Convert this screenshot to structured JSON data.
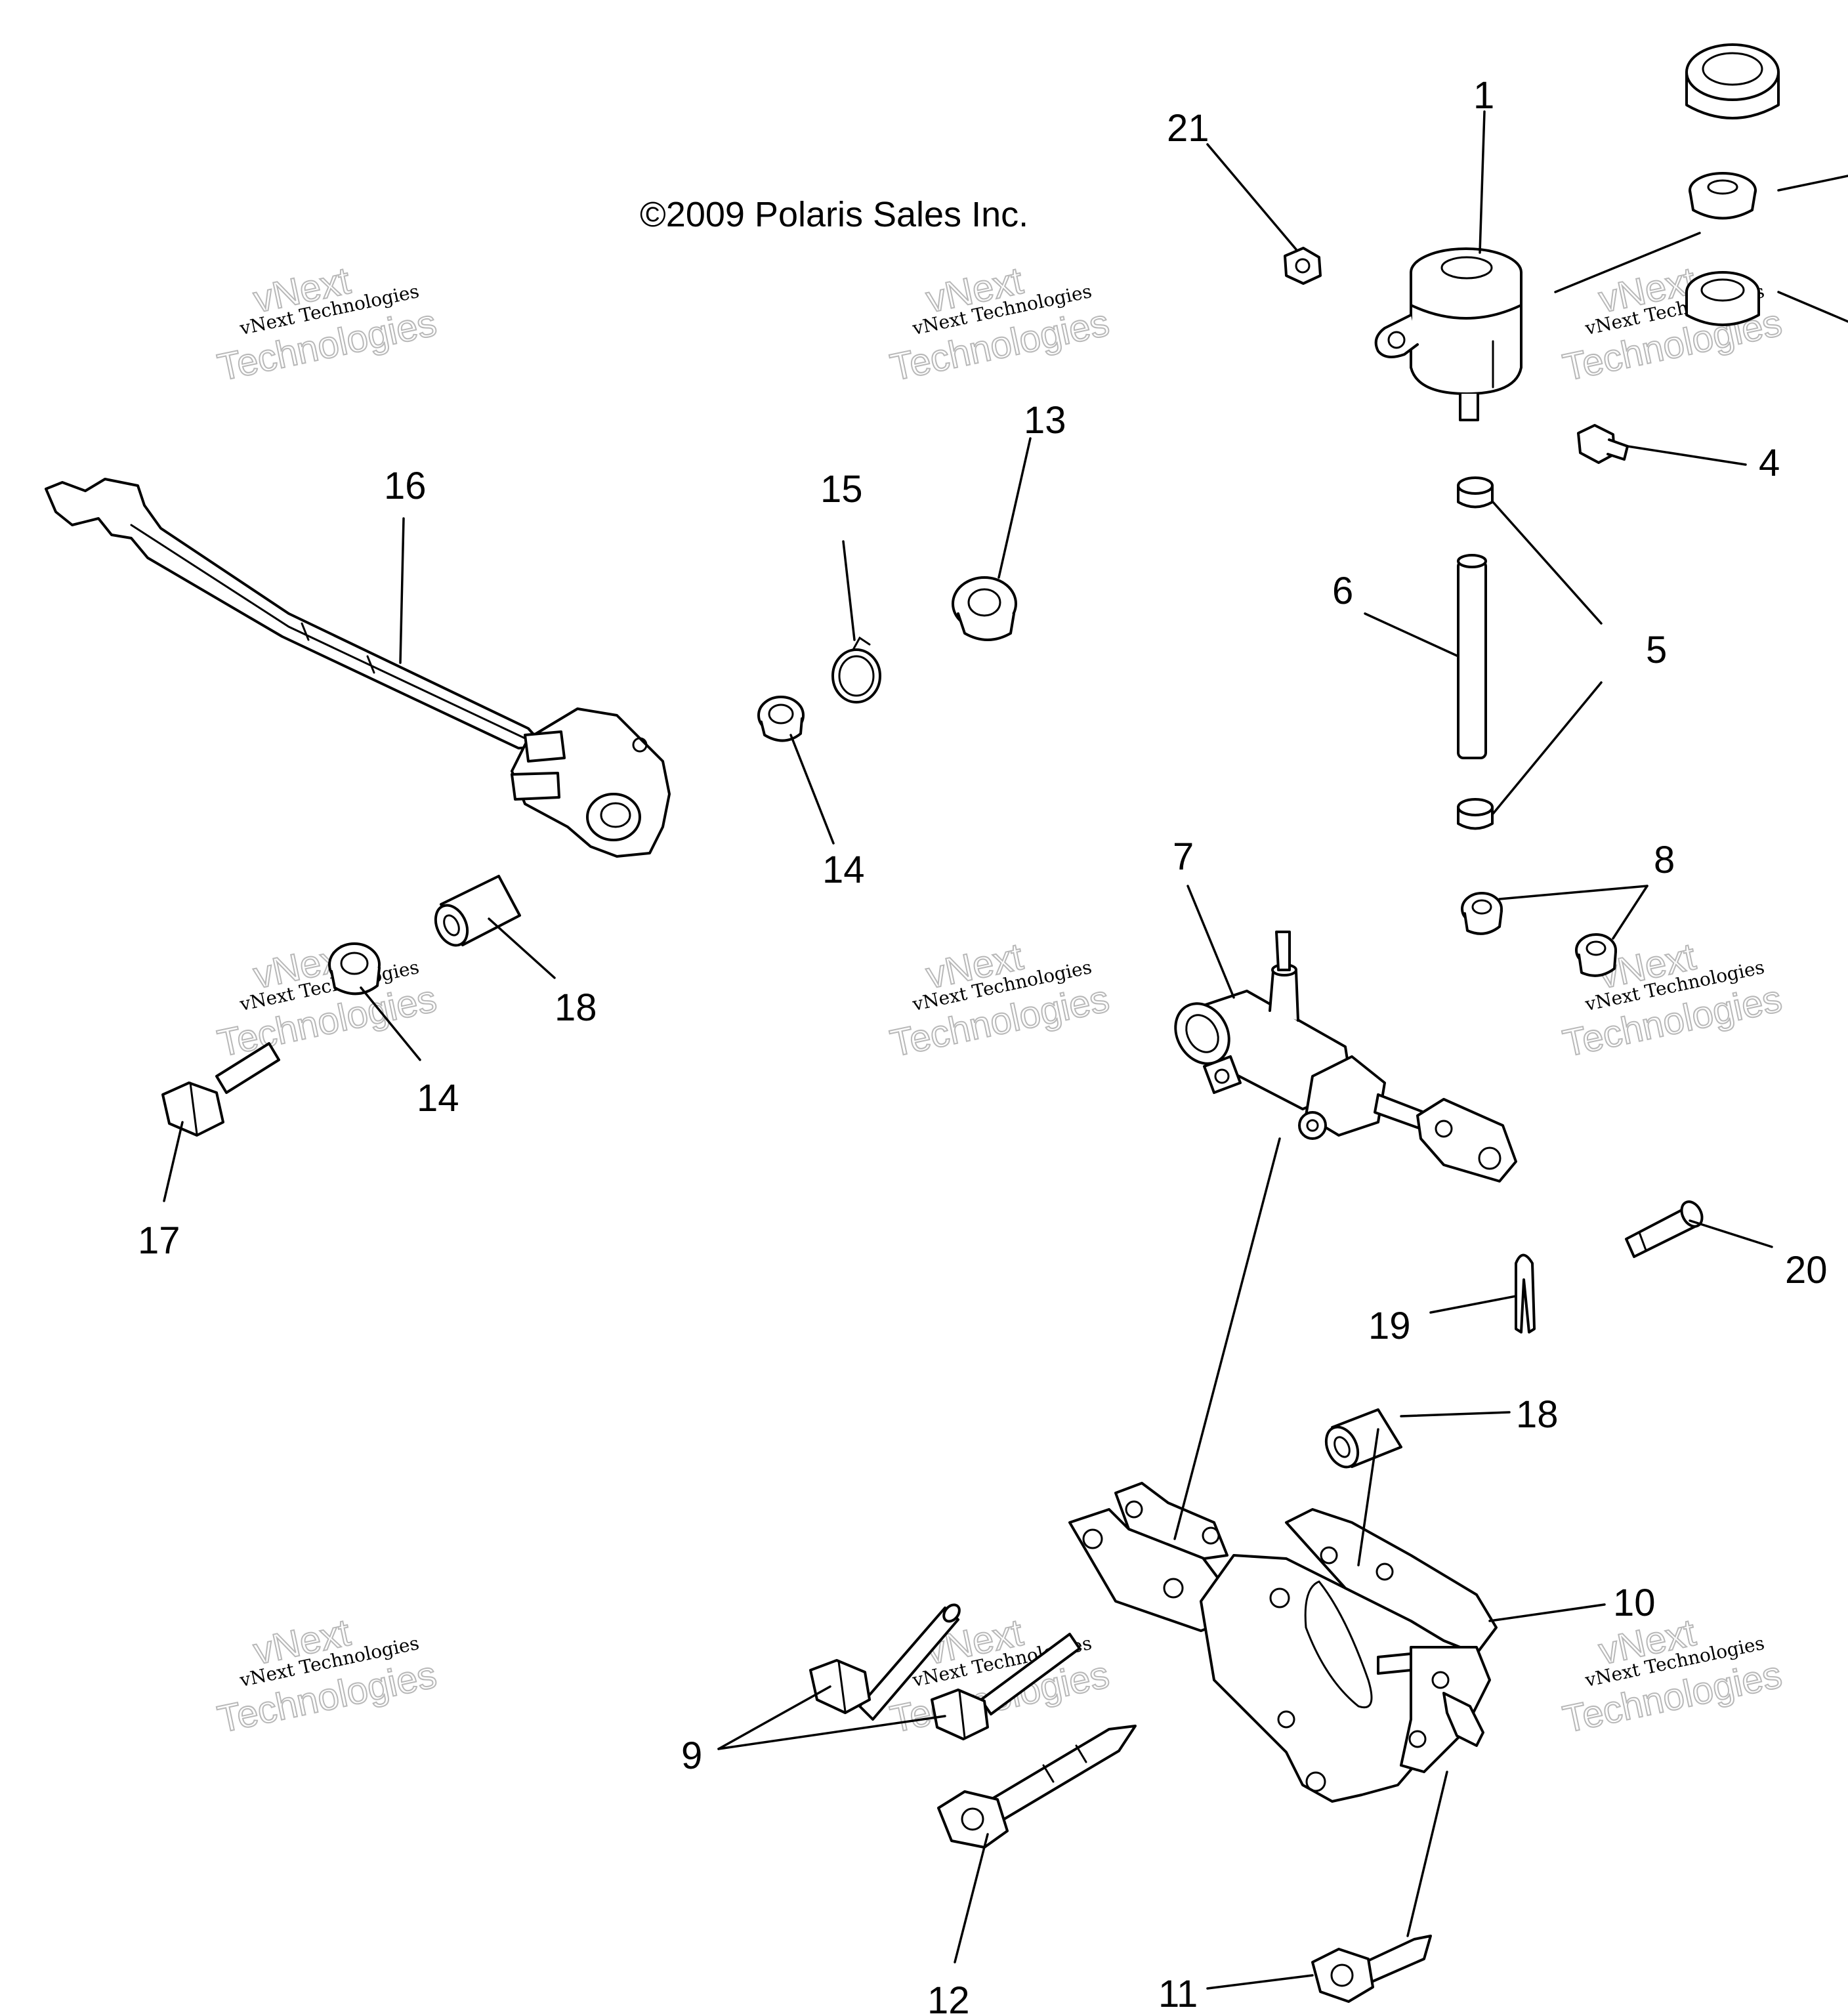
{
  "copyright": "©2009 Polaris Sales Inc.",
  "watermark": {
    "line_top": "vNext",
    "line_mid": "vNext Technologies",
    "line_bottom": "Technologies"
  },
  "callouts": [
    "1",
    "4",
    "5",
    "6",
    "7",
    "8",
    "9",
    "10",
    "11",
    "12",
    "13",
    "14",
    "14",
    "15",
    "16",
    "17",
    "18",
    "18",
    "19",
    "20",
    "21"
  ]
}
